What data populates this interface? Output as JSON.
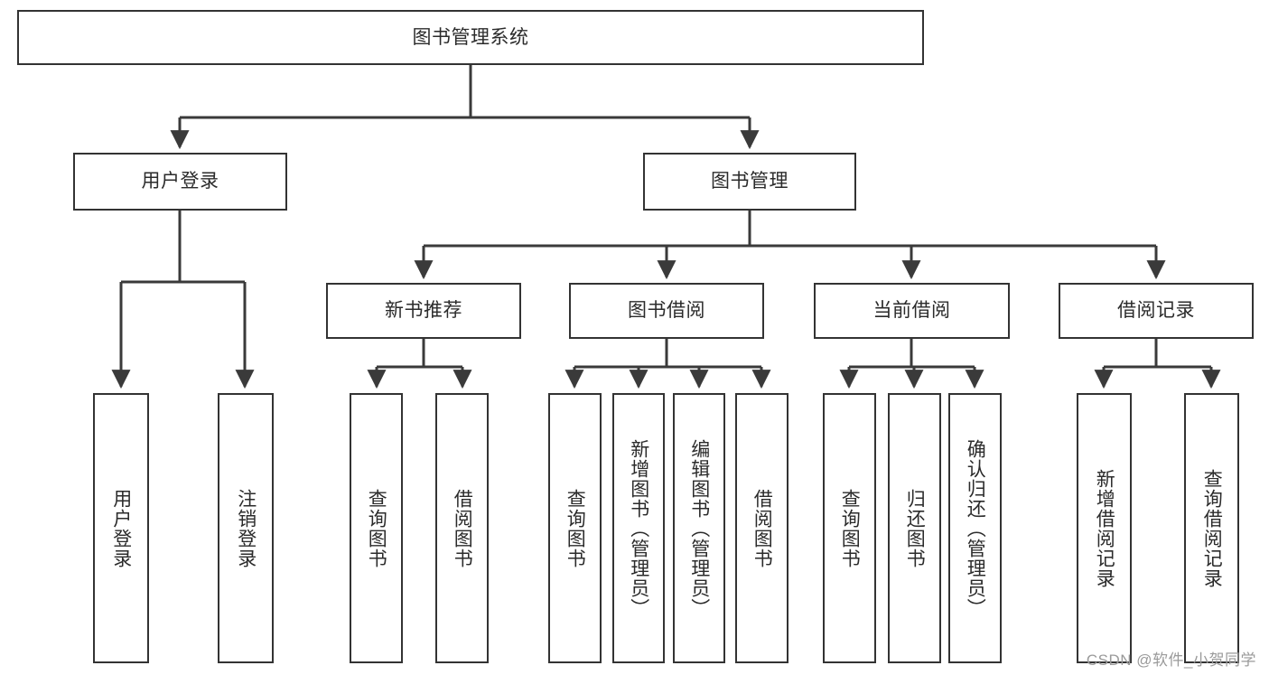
{
  "diagram": {
    "type": "tree-hierarchy-flowchart",
    "title": "图书管理系统",
    "watermark": "CSDN @软件_小贺同学",
    "colors": {
      "box_border": "#333333",
      "box_fill": "#ffffff",
      "connector": "#3a3a3a",
      "text": "#2b2b2b",
      "watermark": "#9a9a9a",
      "background": "#ffffff"
    },
    "nodes": {
      "root": {
        "label": "图书管理系统",
        "level": 0,
        "orientation": "horizontal"
      },
      "level1": [
        {
          "id": "user-login",
          "label": "用户登录",
          "orientation": "horizontal"
        },
        {
          "id": "book-management",
          "label": "图书管理",
          "orientation": "horizontal"
        }
      ],
      "level2": [
        {
          "id": "new-book-recommend",
          "label": "新书推荐",
          "orientation": "horizontal"
        },
        {
          "id": "book-borrow",
          "label": "图书借阅",
          "orientation": "horizontal"
        },
        {
          "id": "current-borrow",
          "label": "当前借阅",
          "orientation": "horizontal"
        },
        {
          "id": "borrow-record",
          "label": "借阅记录",
          "orientation": "horizontal"
        }
      ],
      "leaves": {
        "user-login": [
          {
            "id": "leaf-user-login",
            "label": "用户登录",
            "orientation": "vertical"
          },
          {
            "id": "leaf-logout",
            "label": "注销登录",
            "orientation": "vertical"
          }
        ],
        "new-book-recommend": [
          {
            "id": "leaf-query-book-1",
            "label": "查询图书",
            "orientation": "vertical"
          },
          {
            "id": "leaf-borrow-book-1",
            "label": "借阅图书",
            "orientation": "vertical"
          }
        ],
        "book-borrow": [
          {
            "id": "leaf-query-book-2",
            "label": "查询图书",
            "orientation": "vertical"
          },
          {
            "id": "leaf-add-book",
            "label": "新增图书（管理员）",
            "orientation": "vertical"
          },
          {
            "id": "leaf-edit-book",
            "label": "编辑图书（管理员）",
            "orientation": "vertical"
          },
          {
            "id": "leaf-borrow-book-2",
            "label": "借阅图书",
            "orientation": "vertical"
          }
        ],
        "current-borrow": [
          {
            "id": "leaf-query-book-3",
            "label": "查询图书",
            "orientation": "vertical"
          },
          {
            "id": "leaf-return-book",
            "label": "归还图书",
            "orientation": "vertical"
          },
          {
            "id": "leaf-confirm-return",
            "label": "确认归还（管理员）",
            "orientation": "vertical"
          }
        ],
        "borrow-record": [
          {
            "id": "leaf-add-record",
            "label": "新增借阅记录",
            "orientation": "vertical"
          },
          {
            "id": "leaf-query-record",
            "label": "查询借阅记录",
            "orientation": "vertical"
          }
        ]
      }
    }
  }
}
